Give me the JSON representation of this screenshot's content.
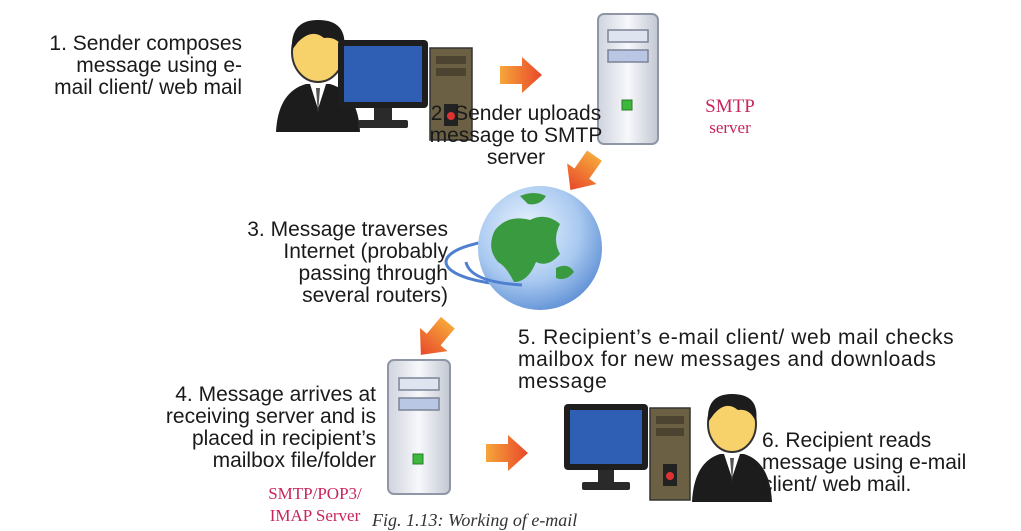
{
  "steps": {
    "s1": [
      "1. Sender composes",
      "message using e-",
      "mail client/ web mail"
    ],
    "s2": [
      "2. Sender uploads",
      "message to SMTP",
      "server"
    ],
    "s3": [
      "3. Message traverses",
      "Internet (probably",
      "passing through",
      "several routers)"
    ],
    "s4": [
      "4. Message arrives at",
      "receiving server and is",
      "placed in recipient’s",
      "mailbox file/folder"
    ],
    "s5": [
      "5. Recipient’s e-mail client/ web mail checks",
      "mailbox for new messages and downloads",
      "message"
    ],
    "s6": [
      "6. Recipient reads",
      "message using e-mail",
      "client/ web mail."
    ]
  },
  "labels": {
    "smtp_server": [
      "SMTP",
      "server"
    ],
    "receiving_server": [
      "SMTP/POP3/",
      "IMAP Server"
    ]
  },
  "caption": "Fig. 1.13: Working of e-mail",
  "icons": [
    "sender-person-icon",
    "sender-computer-icon",
    "smtp-server-icon",
    "globe-icon",
    "receiving-server-icon",
    "recipient-computer-icon",
    "recipient-person-icon",
    "arrow-icon"
  ],
  "colors": {
    "arrow": "#e8472a",
    "label": "#c8255a",
    "monitor": "#2f5fb4",
    "tower": "#6b6044"
  }
}
